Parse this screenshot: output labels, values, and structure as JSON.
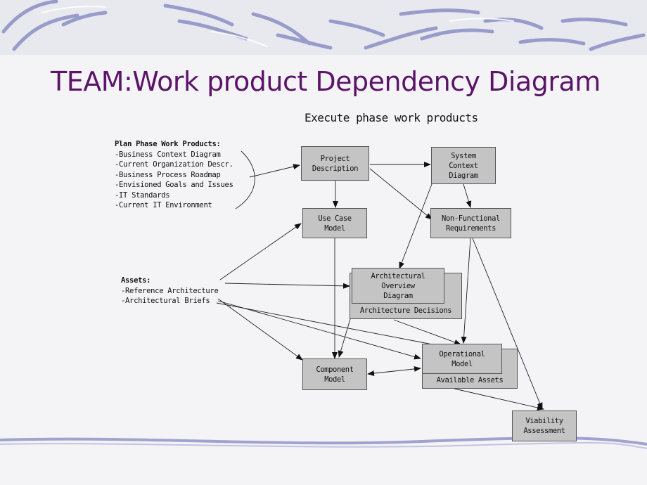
{
  "title": "TEAM:Work product Dependency Diagram",
  "subtitle": "Execute phase work products",
  "plan_block": {
    "heading": "Plan Phase Work Products:",
    "items": [
      "-Business Context Diagram",
      "-Current Organization Descr.",
      "-Business Process Roadmap",
      "-Envisioned Goals and Issues",
      "-IT Standards",
      "-Current IT Environment"
    ]
  },
  "assets_block": {
    "heading": "Assets:",
    "items": [
      "-Reference Architecture",
      "-Architectural Briefs"
    ]
  },
  "boxes": {
    "project_description": "Project\nDescription",
    "system_context": "System\nContext\nDiagram",
    "use_case_model": "Use Case\nModel",
    "non_functional": "Non-Functional\nRequirements",
    "architecture_decisions": "Architecture Decisions",
    "architectural_overview": "Architectural\nOverview\nDiagram",
    "component_model": "Component\nModel",
    "available_assets": "Available Assets",
    "operational_model": "Operational\nModel",
    "viability_assessment": "Viability\nAssessment"
  },
  "colors": {
    "title": "#5b1469",
    "box_fill": "#c4c4c4",
    "decor_stroke": "#8a8fc4"
  }
}
